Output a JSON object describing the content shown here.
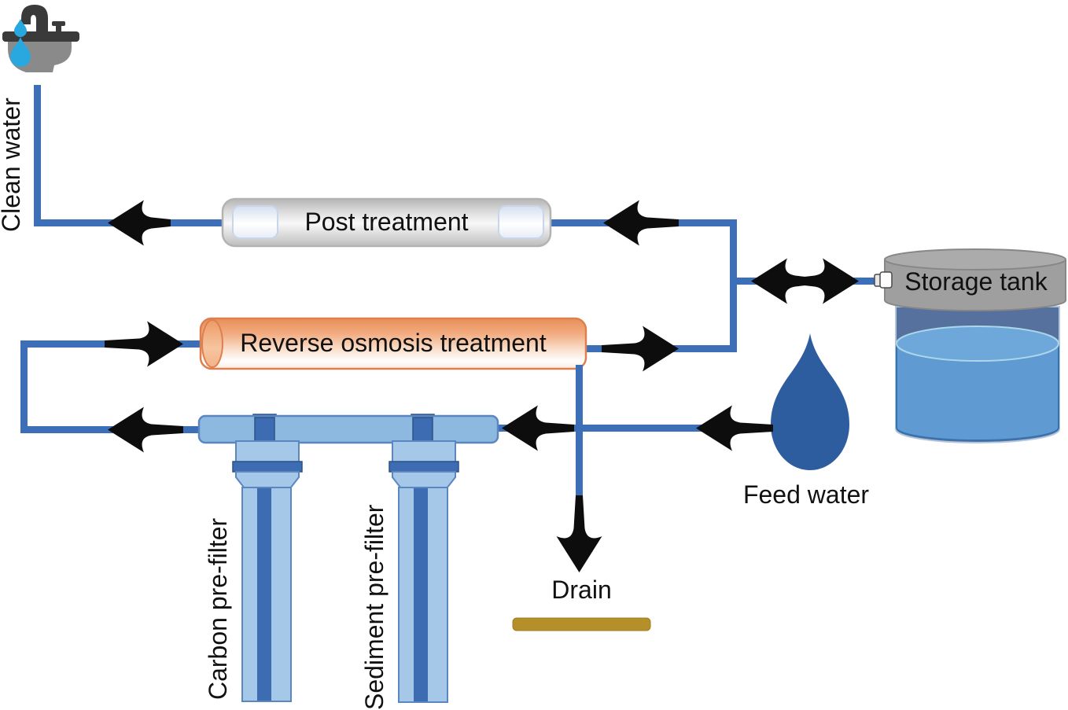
{
  "figure_type": "process-flow-diagram",
  "subject": "Reverse osmosis water treatment system",
  "labels": {
    "clean_water": "Clean water",
    "post_treatment": "Post treatment",
    "storage_tank": "Storage tank",
    "reverse_osmosis": "Reverse osmosis treatment",
    "feed_water": "Feed water",
    "carbon_prefilter": "Carbon pre-filter",
    "sediment_prefilter": "Sediment pre-filter",
    "drain": "Drain"
  },
  "icons": {
    "sink": "sink-faucet-icon",
    "feed_drop": "water-drop-icon",
    "tank": "storage-tank-icon",
    "drain_outlet": "drain-bar-icon"
  },
  "flows": [
    {
      "from": "feed-water",
      "to": "pre-filters",
      "direction": "left"
    },
    {
      "from": "pre-filters",
      "to": "reverse-osmosis-treatment",
      "direction": "left-up-right"
    },
    {
      "from": "reverse-osmosis-treatment",
      "to": "junction",
      "direction": "right"
    },
    {
      "from": "junction",
      "to": "storage-tank",
      "direction": "both"
    },
    {
      "from": "junction",
      "to": "post-treatment",
      "direction": "left"
    },
    {
      "from": "post-treatment",
      "to": "clean-water-faucet",
      "direction": "left"
    },
    {
      "from": "reverse-osmosis-treatment",
      "to": "drain",
      "direction": "down"
    }
  ],
  "colors": {
    "bg": "#ffffff",
    "text": "#111111",
    "pipe": "#3c6fb7",
    "arrow": "#0d0d0d",
    "postStroke": "#b3b3b3",
    "postCapStroke": "#c9d5e8",
    "roStroke": "#dd7f4e",
    "filterLight": "#8db8df",
    "filterLight2": "#a6c8e8",
    "filterDark": "#3d6cb3",
    "filterDarkStroke": "#2c5286",
    "filterStroke": "#5b87c0",
    "tankAir": "#56719e",
    "tankGlass": "#b3c6dc",
    "water": "#5f9bd2",
    "waterStroke": "#3572ae",
    "waterSurface": "#6ea8da",
    "waterSurfaceStroke": "#aed6ea",
    "lidSide": "#9f9f9f",
    "lidTop": "#ababab",
    "lidStroke": "#878787",
    "drop": "#2d5d9f",
    "gold": "#b58f2a",
    "goldStroke": "#a07c1f",
    "sinkDark": "#3a3a3a",
    "sinkBasin": "#8a8a8a",
    "sinkDrop": "#29a8e0"
  }
}
